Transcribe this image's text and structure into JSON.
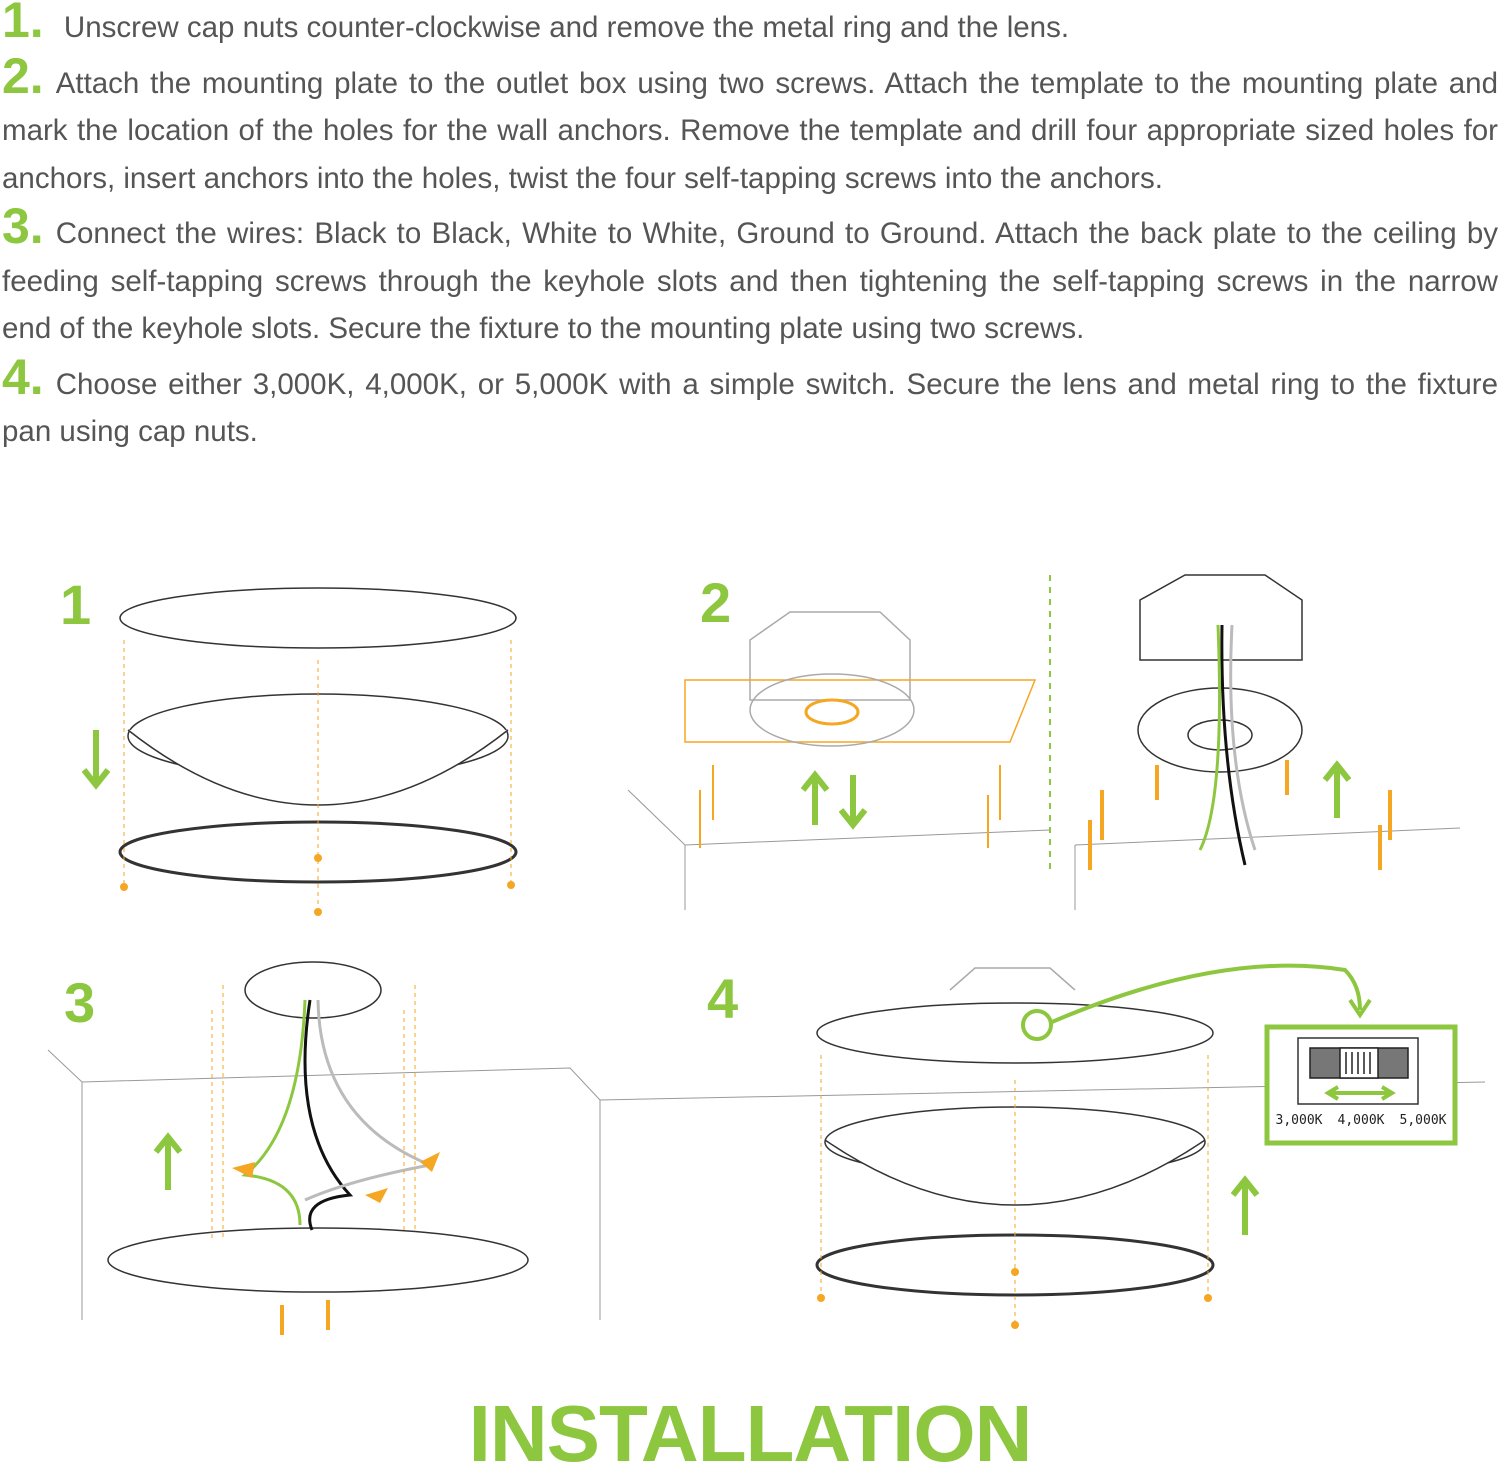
{
  "steps": [
    {
      "number": "1.",
      "text": "Unscrew cap nuts counter-clockwise and remove the metal ring and the lens."
    },
    {
      "number": "2.",
      "text": "Attach the mounting plate to the outlet box using two screws. Attach the template to the mounting plate and mark the location of the holes for the wall anchors. Remove the template and drill four appropriate sized holes for anchors, insert anchors into the holes, twist the four self-tapping screws into the anchors."
    },
    {
      "number": "3.",
      "text": "Connect the wires: Black to Black, White to White, Ground to Ground. Attach the back plate to the ceiling by feeding self-tapping screws through the keyhole slots and then tightening the self-tapping screws in the narrow end of the keyhole slots. Secure the fixture to the mounting plate using two screws."
    },
    {
      "number": "4.",
      "text": "Choose either 3,000K, 4,000K, or 5,000K with a simple switch. Secure the lens and metal ring to the fixture pan using cap nuts."
    }
  ],
  "panels": [
    "1",
    "2",
    "3",
    "4"
  ],
  "switch_options": [
    "3,000K",
    "4,000K",
    "5,000K"
  ],
  "title": "INSTALLATION",
  "colors": {
    "accent": "#8dc63f",
    "text": "#555555",
    "screw": "#f5a623"
  }
}
